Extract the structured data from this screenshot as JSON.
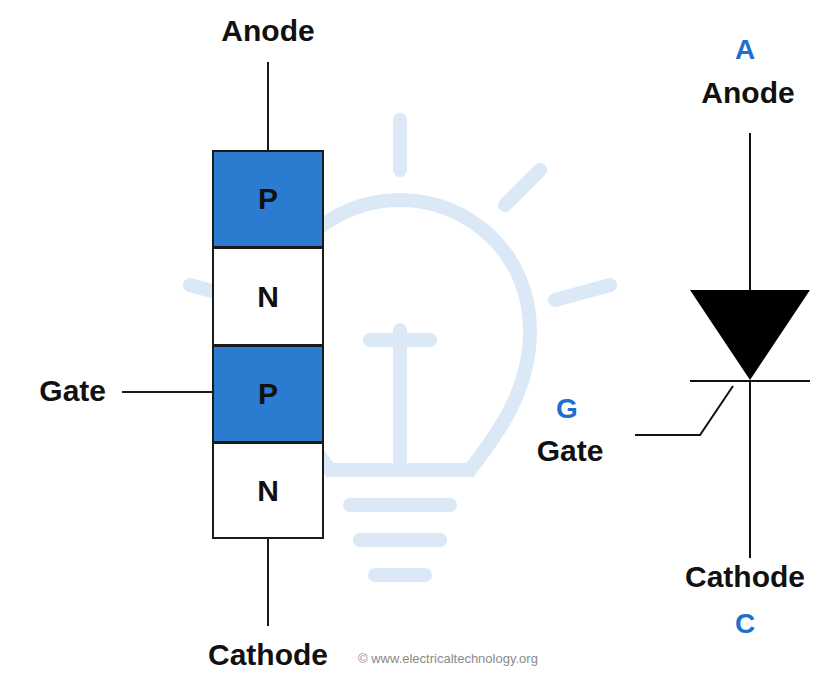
{
  "diagram": {
    "nodes": [
      {
        "text": [
          "P"
        ]
      },
      {
        "text": [
          "N"
        ]
      },
      {
        "text": [
          "P"
        ]
      },
      {
        "text": [
          "N"
        ]
      }
    ],
    "labels": [
      "Anode",
      "Gate",
      "Cathode",
      "A",
      "Anode",
      "G",
      "Gate",
      "Cathode",
      "C",
      "© www.electricaltechnology.org"
    ]
  }
}
